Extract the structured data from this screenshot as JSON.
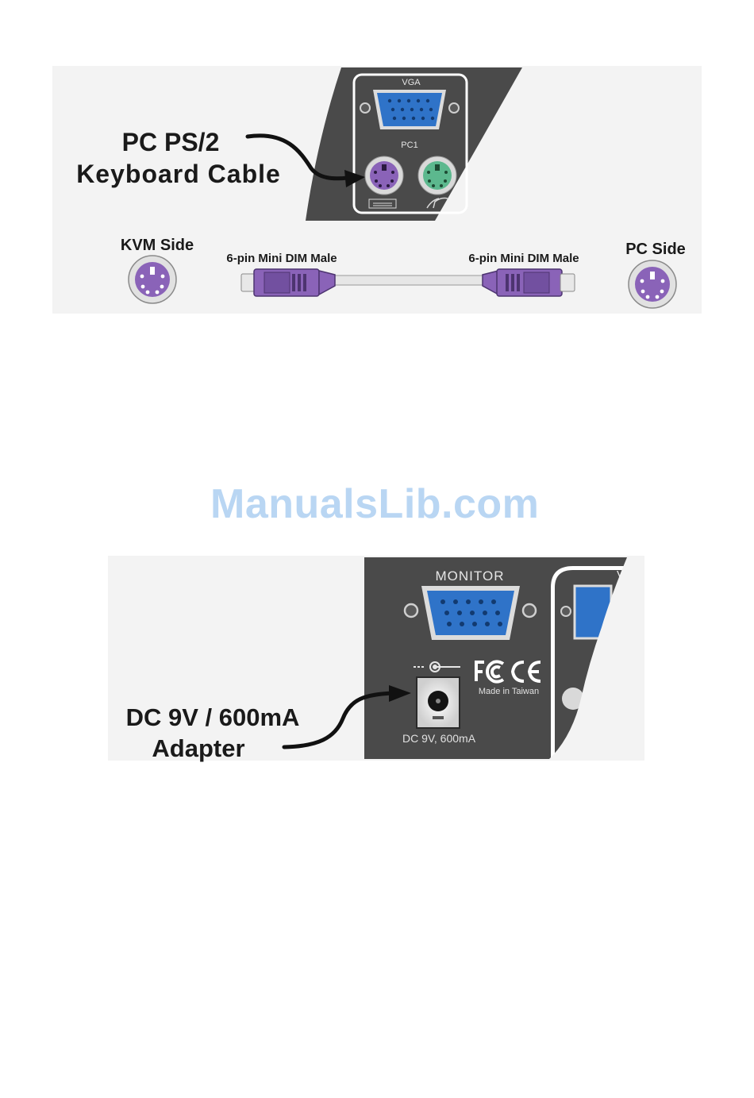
{
  "figure1": {
    "port_vga": "VGA",
    "port_pc1": "PC1",
    "callout_line1": "PC PS/2",
    "callout_line2": "Keyboard  Cable",
    "kvm_side": "KVM Side",
    "pc_side": "PC Side",
    "connector_left": "6-pin Mini DIM Male",
    "connector_right": "6-pin Mini DIM Male",
    "colors": {
      "panel": "#4a4a4a",
      "vga": "#2f73c8",
      "keyboard": "#8a63b8",
      "mouse": "#5cb88e"
    }
  },
  "watermark": "ManualsLib.com",
  "figure2": {
    "port_monitor": "MONITOR",
    "port_partial": "V",
    "made_in": "Made in Taiwan",
    "jack_label": "DC 9V, 600mA",
    "callout_line1": "DC 9V / 600mA",
    "callout_line2": "Adapter"
  }
}
